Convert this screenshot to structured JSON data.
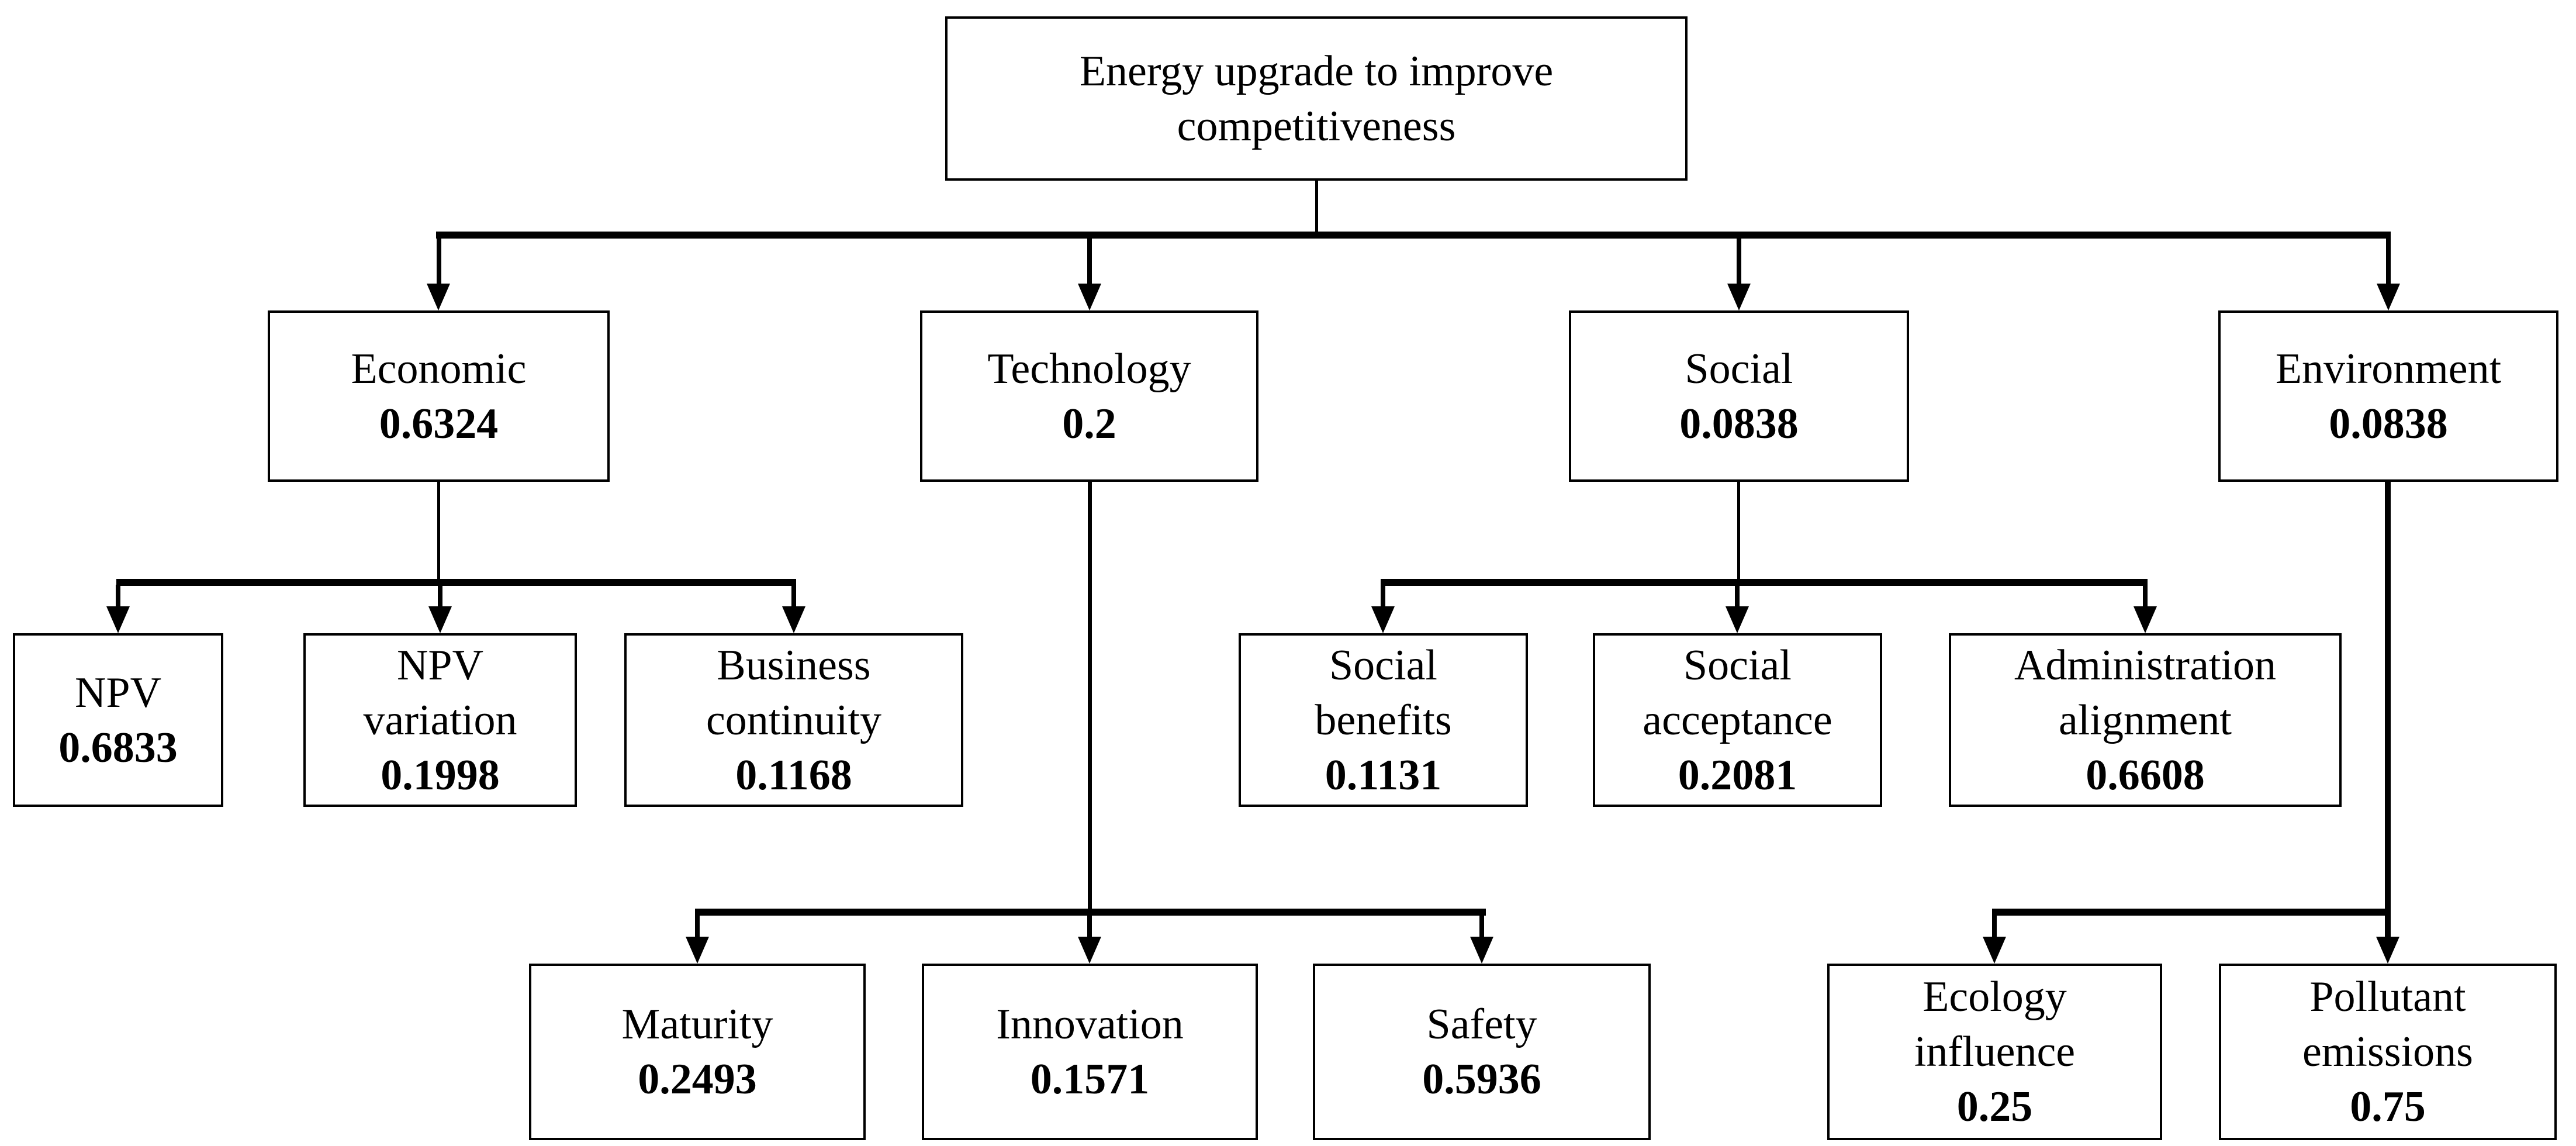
{
  "diagram": {
    "background_color": "#ffffff",
    "line_color": "#000000",
    "text_color": "#000000",
    "nodes": [
      {
        "id": "goal",
        "label": "Energy upgrade to improve\ncompetitiveness",
        "value": ""
      },
      {
        "id": "economic",
        "label": "Economic",
        "value": "0.6324"
      },
      {
        "id": "technology",
        "label": "Technology",
        "value": "0.2"
      },
      {
        "id": "social",
        "label": "Social",
        "value": "0.0838"
      },
      {
        "id": "environment",
        "label": "Environment",
        "value": "0.0838"
      },
      {
        "id": "npv",
        "label": "NPV",
        "value": "0.6833"
      },
      {
        "id": "npv-variation",
        "label": "NPV\nvariation",
        "value": "0.1998"
      },
      {
        "id": "business-continuity",
        "label": "Business\ncontinuity",
        "value": "0.1168"
      },
      {
        "id": "social-benefits",
        "label": "Social\nbenefits",
        "value": "0.1131"
      },
      {
        "id": "social-acceptance",
        "label": "Social\nacceptance",
        "value": "0.2081"
      },
      {
        "id": "administration-alignment",
        "label": "Administration\nalignment",
        "value": "0.6608"
      },
      {
        "id": "maturity",
        "label": "Maturity",
        "value": "0.2493"
      },
      {
        "id": "innovation",
        "label": "Innovation",
        "value": "0.1571"
      },
      {
        "id": "safety",
        "label": "Safety",
        "value": "0.5936"
      },
      {
        "id": "ecology-influence",
        "label": "Ecology\ninfluence",
        "value": "0.25"
      },
      {
        "id": "pollutant-emissions",
        "label": "Pollutant\nemissions",
        "value": "0.75"
      }
    ],
    "edges": [
      {
        "from": "goal",
        "to": "economic"
      },
      {
        "from": "goal",
        "to": "technology"
      },
      {
        "from": "goal",
        "to": "social"
      },
      {
        "from": "goal",
        "to": "environment"
      },
      {
        "from": "economic",
        "to": "npv"
      },
      {
        "from": "economic",
        "to": "npv-variation"
      },
      {
        "from": "economic",
        "to": "business-continuity"
      },
      {
        "from": "technology",
        "to": "maturity"
      },
      {
        "from": "technology",
        "to": "innovation"
      },
      {
        "from": "technology",
        "to": "safety"
      },
      {
        "from": "social",
        "to": "social-benefits"
      },
      {
        "from": "social",
        "to": "social-acceptance"
      },
      {
        "from": "social",
        "to": "administration-alignment"
      },
      {
        "from": "environment",
        "to": "ecology-influence"
      },
      {
        "from": "environment",
        "to": "pollutant-emissions"
      }
    ]
  }
}
